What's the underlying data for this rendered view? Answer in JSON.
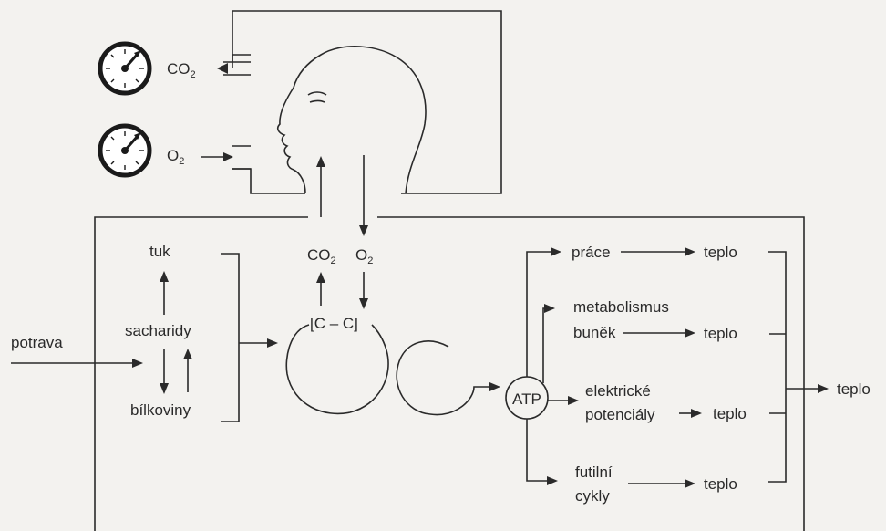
{
  "labels": {
    "co2_top": "CO",
    "co2_top_sub": "2",
    "o2_top": "O",
    "o2_top_sub": "2",
    "co2_mid": "CO",
    "co2_mid_sub": "2",
    "o2_mid": "O",
    "o2_mid_sub": "2",
    "potrava": "potrava",
    "tuk": "tuk",
    "sacharidy": "sacharidy",
    "bilkoviny": "bílkoviny",
    "cc": "[C – C]",
    "atp": "ATP",
    "prace": "práce",
    "metabolismus": "metabolismus",
    "bunek": "buněk",
    "elektricke": "elektrické",
    "potencialy": "potenciály",
    "futilni": "futilní",
    "cykly": "cykly",
    "teplo": "teplo"
  }
}
